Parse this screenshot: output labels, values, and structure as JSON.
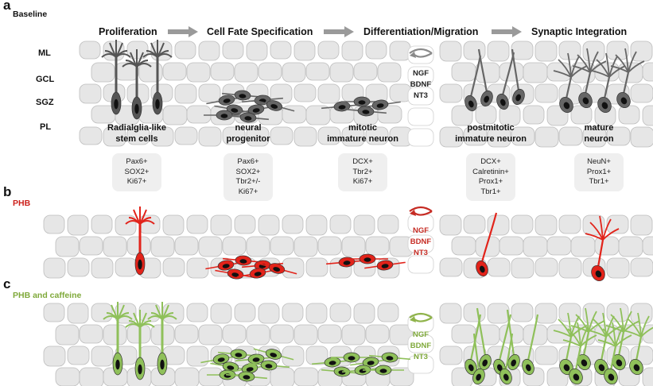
{
  "panels": [
    {
      "letter": "a",
      "name": "Baseline",
      "name_color": "#111111"
    },
    {
      "letter": "b",
      "name": "PHB",
      "name_color": "#cc1f1a"
    },
    {
      "letter": "c",
      "name": "PHB and caffeine",
      "name_color": "#7fa93a"
    }
  ],
  "stages": [
    "Proliferation",
    "Cell Fate Specification",
    "Differentiation/Migration",
    "Synaptic Integration"
  ],
  "layers": [
    "ML",
    "GCL",
    "SGZ",
    "PL"
  ],
  "cell_types": [
    {
      "line1": "Radialglia-like",
      "line2": "stem cells"
    },
    {
      "line1": "neural",
      "line2": "progenitor"
    },
    {
      "line1": "mitotic",
      "line2": "immature neuron"
    },
    {
      "line1": "postmitotic",
      "line2": "immature neuron"
    },
    {
      "line1": "mature",
      "line2": "neuron"
    }
  ],
  "markers": [
    [
      "Pax6+",
      "SOX2+",
      "Ki67+"
    ],
    [
      "Pax6+",
      "SOX2+",
      "Tbr2+/-",
      "Ki67+"
    ],
    [
      "DCX+",
      "Tbr2+",
      "Ki67+"
    ],
    [
      "DCX+",
      "Calretinin+",
      "Prox1+",
      "Tbr1+"
    ],
    [
      "NeuN+",
      "Prox1+",
      "Tbr1+"
    ]
  ],
  "neurotrophic_factors": [
    "NGF",
    "BDNF",
    "NT3"
  ],
  "colors": {
    "baseline_cell": "#555555",
    "phb_cell": "#e2231a",
    "caffeine_cell": "#8fc05a",
    "tissue": "#d9d9d9",
    "arrow": "#9a9a9a"
  }
}
